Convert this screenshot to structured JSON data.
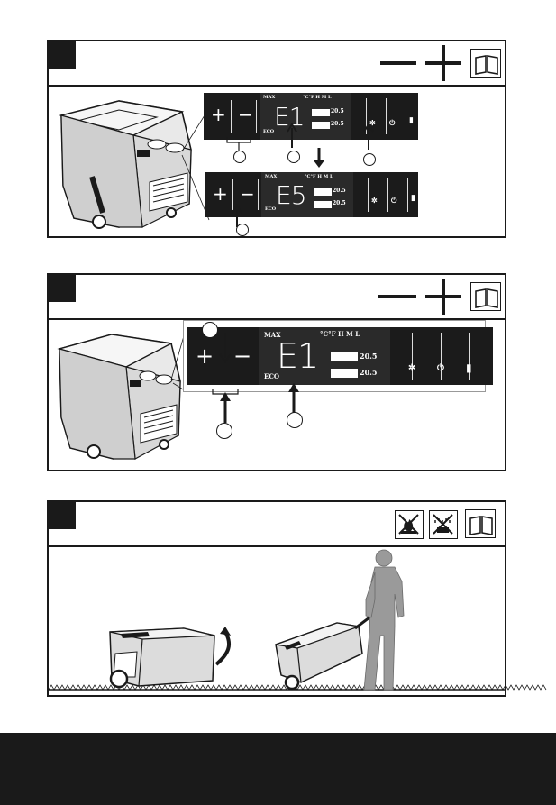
{
  "colors": {
    "ink": "#1a1a1a",
    "panel_bg": "#ffffff",
    "lcd_bg": "#1b1b1b",
    "footer": "#1a1a1a"
  },
  "icons": [
    "minus-icon",
    "plus-icon",
    "manual-book-icon",
    "no-fire-icon",
    "no-rain-icon"
  ],
  "display": {
    "max_label": "MAX",
    "eco_label": "ECO",
    "units_label": "°C°F H M L",
    "temp_value": "20.5",
    "temp_unit": "°F",
    "plus": "+",
    "minus": "−"
  },
  "step1": {
    "code_before": "E1",
    "code_after": "E5"
  },
  "step2": {
    "code": "E1"
  }
}
